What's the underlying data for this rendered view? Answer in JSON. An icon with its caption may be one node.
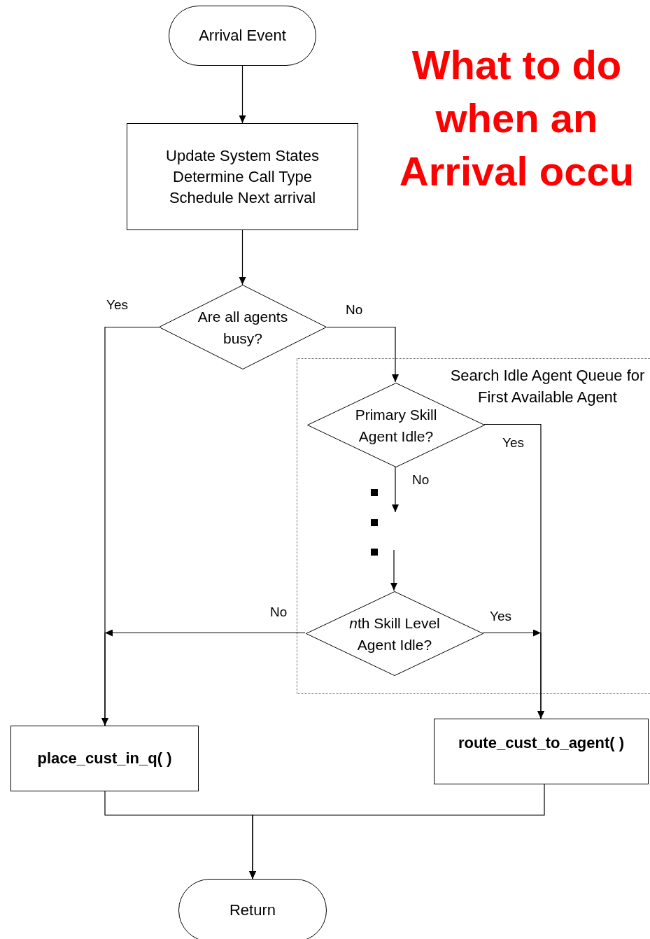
{
  "diagram": {
    "title": "What to do when an Arrival occu",
    "nodes": [
      {
        "text": [
          "Arrival Event"
        ]
      },
      {
        "text": [
          "Update System States",
          "Determine Call Type",
          "Schedule Next arrival"
        ]
      },
      {
        "text": [
          "Are all agents busy?"
        ]
      },
      {
        "text": [
          "Search Idle Agent Queue for First Available Agent"
        ]
      },
      {
        "text": [
          "Primary Skill Agent Idle?"
        ],
        "in": 3
      },
      {
        "text": [
          "nth Skill Level Agent Idle?"
        ],
        "in": 3
      },
      {
        "text": [
          "place_cust_in_q( )"
        ]
      },
      {
        "text": [
          "route_cust_to_agent( )"
        ]
      },
      {
        "text": [
          "Return"
        ]
      }
    ],
    "edges": [
      {
        "from": 0,
        "to": 1,
        "arrow": "to"
      },
      {
        "from": 1,
        "to": 2,
        "arrow": "to"
      },
      {
        "from": 2,
        "to": 6,
        "arrow": "to",
        "label": "Yes"
      },
      {
        "from": 2,
        "to": 4,
        "arrow": "to",
        "label": "No"
      },
      {
        "from": 4,
        "to": 7,
        "arrow": "to",
        "label": "Yes"
      },
      {
        "from": 4,
        "to": null,
        "arrow": "to",
        "label": "No"
      },
      {
        "from": null,
        "to": 5,
        "arrow": "to"
      },
      {
        "from": 5,
        "to": 6,
        "arrow": "to",
        "label": "No"
      },
      {
        "from": 5,
        "to": 7,
        "arrow": "to",
        "label": "Yes"
      },
      {
        "from": 6,
        "to": 8,
        "arrow": "to"
      },
      {
        "from": 7,
        "to": 8,
        "arrow": "to"
      }
    ]
  }
}
